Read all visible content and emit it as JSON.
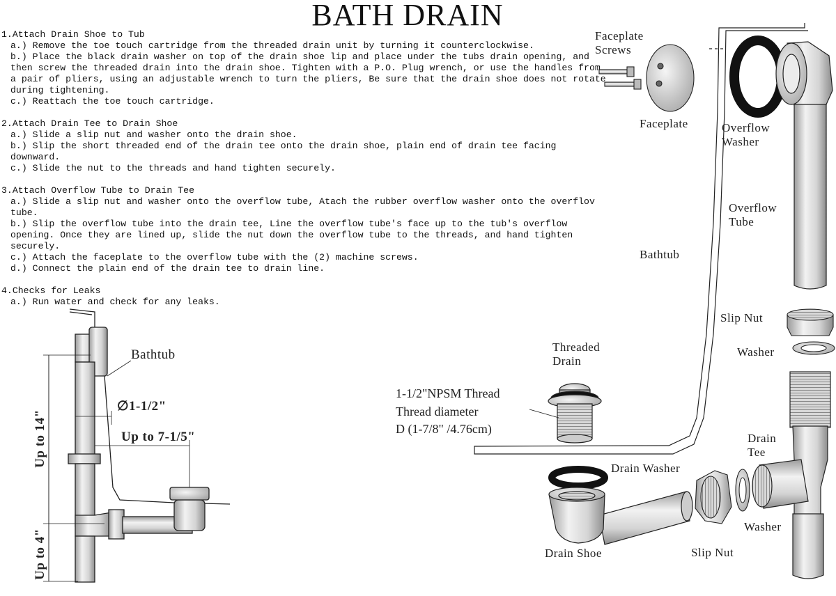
{
  "title": "BATH DRAIN",
  "instructions": [
    {
      "heading": "1.Attach Drain Shoe to Tub",
      "steps": [
        "a.) Remove the toe touch cartridge from the threaded drain unit by turning it counterclockwise.",
        "b.) Place the black drain washer on top of the drain shoe lip and place under the tubs drain opening, and then screw the threaded drain into the drain shoe. Tighten with a P.O. Plug wrench, or use the handles from a pair of pliers, using an adjustable wrench to turn the pliers, Be sure that the drain shoe does not rotate during tightening.",
        "c.) Reattach the toe touch cartridge."
      ]
    },
    {
      "heading": "2.Attach Drain Tee to Drain Shoe",
      "steps": [
        "a.) Slide a slip nut and washer onto the drain shoe.",
        "b.) Slip the short threaded end of the drain tee onto the drain shoe, plain end of drain tee facing downward.",
        "c.) Slide the nut to the threads and hand tighten securely."
      ]
    },
    {
      "heading": "3.Attach Overflow Tube to Drain Tee",
      "steps": [
        "a.) Slide a slip nut and washer onto the overflow tube, Atach the rubber overflow washer onto the overflov tube.",
        "b.) Slip the overflow tube into the drain tee, Line the overflow tube's face up to the tub's overflow opening. Once they are lined up, slide the nut down the overflow tube to the threads, and hand tighten securely.",
        "c.) Attach the faceplate to the overflow tube with the (2) machine screws.",
        "d.) Connect the plain end of the drain tee to drain line."
      ]
    },
    {
      "heading": "4.Checks for Leaks",
      "steps": [
        "a.) Run water and check for any leaks."
      ]
    }
  ],
  "side_diagram": {
    "bathtub": "Bathtub",
    "diameter": "∅1-1/2\"",
    "reach": "Up to 7-1/5\"",
    "height_upper": "Up to 14\"",
    "height_lower": "Up to 4\""
  },
  "exploded_labels": {
    "faceplate_screws_1": "Faceplate",
    "faceplate_screws_2": "Screws",
    "faceplate": "Faceplate",
    "overflow_washer_1": "Overflow",
    "overflow_washer_2": "Washer",
    "overflow_tube_1": "Overflow",
    "overflow_tube_2": "Tube",
    "bathtub": "Bathtub",
    "slip_nut_top": "Slip Nut",
    "washer_top": "Washer",
    "threaded_drain_1": "Threaded",
    "threaded_drain_2": "Drain",
    "thread_spec_1": "1-1/2\"NPSM Thread",
    "thread_spec_2": "Thread diameter",
    "thread_spec_3": "D (1-7/8\" /4.76cm)",
    "drain_tee_1": "Drain",
    "drain_tee_2": "Tee",
    "drain_washer": "Drain Washer",
    "washer_bottom": "Washer",
    "drain_shoe": "Drain Shoe",
    "slip_nut_bottom": "Slip Nut"
  }
}
